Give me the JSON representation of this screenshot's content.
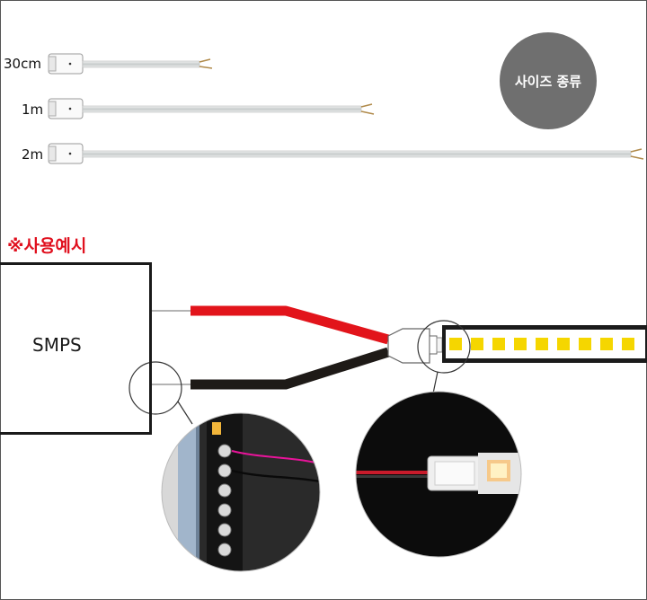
{
  "sizes": {
    "badge": "사이즈 종류",
    "items": [
      {
        "label": "30cm"
      },
      {
        "label": "1m"
      },
      {
        "label": "2m"
      }
    ]
  },
  "example": {
    "title": "※사용예시",
    "psu_label": "SMPS"
  },
  "colors": {
    "red_wire": "#e2141b",
    "black_wire": "#1e1a17",
    "led": "#f5d600",
    "badge": "#6f6f6f"
  }
}
